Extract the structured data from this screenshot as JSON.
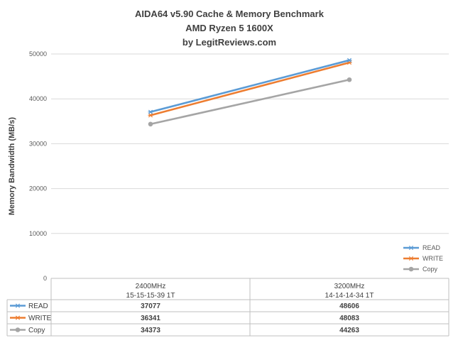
{
  "chart_data": {
    "type": "line",
    "title": "AIDA64 v5.90 Cache & Memory Benchmark",
    "subtitle_lines": [
      "AMD Ryzen 5 1600X",
      "by LegitReviews.com"
    ],
    "ylabel": "Memory Bandwidth (MB/s)",
    "xlabel": "",
    "ylim": [
      0,
      50000
    ],
    "y_ticks": [
      0,
      10000,
      20000,
      30000,
      40000,
      50000
    ],
    "grid": true,
    "legend_position": "bottom-right",
    "categories": [
      [
        "2400MHz",
        "15-15-15-39 1T"
      ],
      [
        "3200MHz",
        "14-14-14-34 1T"
      ]
    ],
    "series": [
      {
        "name": "READ",
        "values": [
          37077,
          48606
        ],
        "color": "#5B9BD5",
        "marker": "star"
      },
      {
        "name": "WRITE",
        "values": [
          36341,
          48083
        ],
        "color": "#ED7D31",
        "marker": "star"
      },
      {
        "name": "Copy",
        "values": [
          34373,
          44263
        ],
        "color": "#A5A5A5",
        "marker": "circle"
      }
    ],
    "data_table": true
  }
}
